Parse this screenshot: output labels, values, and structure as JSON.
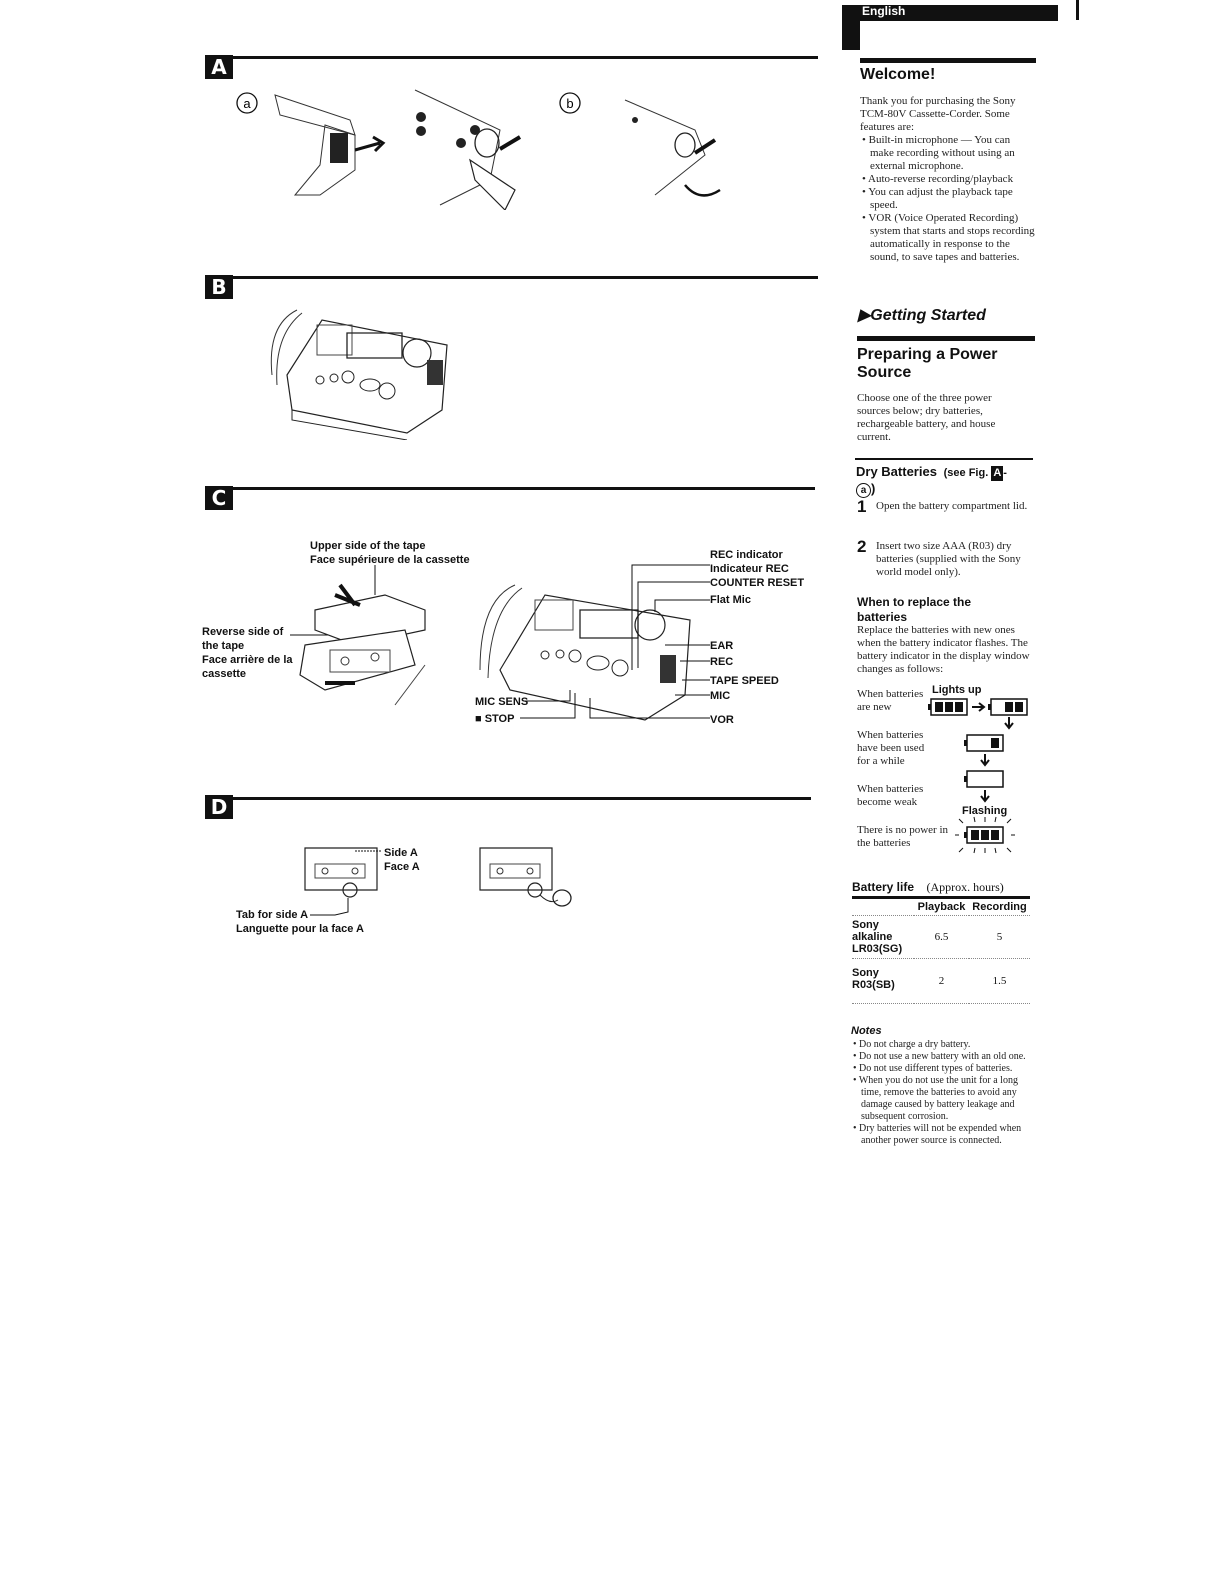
{
  "sections": {
    "a_letter": "A",
    "b_letter": "B",
    "c_letter": "C",
    "d_letter": "D",
    "a_sub_a": "a",
    "a_sub_b": "b"
  },
  "fig_c": {
    "upper_side_en": "Upper side of the tape",
    "upper_side_fr": "Face supérieure de la cassette",
    "reverse_side_en_1": "Reverse side of",
    "reverse_side_en_2": "the tape",
    "reverse_side_fr_1": "Face arrière de la",
    "reverse_side_fr_2": "cassette",
    "rec_indicator": "REC indicator",
    "indicateur_rec": "Indicateur REC",
    "counter_reset": "COUNTER RESET",
    "flat_mic": "Flat Mic",
    "ear": "EAR",
    "rec": "REC",
    "tape_speed": "TAPE SPEED",
    "mic": "MIC",
    "mic_sens": "MIC SENS",
    "stop": "■ STOP",
    "vor": "VOR"
  },
  "fig_d": {
    "side_a": "Side A",
    "face_a": "Face A",
    "tab_en": "Tab for side A",
    "tab_fr": "Languette pour la face A"
  },
  "right": {
    "language_tab": "English",
    "welcome_title": "Welcome!",
    "welcome_intro": "Thank you for purchasing the Sony TCM-80V Cassette-Corder. Some features are:",
    "features": [
      "• Built-in microphone — You can make recording without using an external microphone.",
      "• Auto-reverse recording/playback",
      "• You can adjust the playback tape speed.",
      "• VOR (Voice Operated Recording) system that starts and stops recording automatically in response to the sound, to save tapes and batteries."
    ],
    "getting_started": "▶Getting Started",
    "preparing_title": "Preparing a Power Source",
    "preparing_text": "Choose one of the three power sources below; dry batteries, rechargeable battery, and house current.",
    "dry_title": "Dry Batteries",
    "dry_ref_prefix": "(see Fig. ",
    "dry_ref_box": "A",
    "dry_ref_suffix": "-",
    "dry_ref_circle": "a",
    "dry_ref_close": ")",
    "steps": [
      {
        "num": "1",
        "text": "Open the battery compartment lid."
      },
      {
        "num": "2",
        "text": "Insert two size AAA (R03) dry batteries (supplied with the Sony world model only)."
      }
    ],
    "replace_title": "When to replace the batteries",
    "replace_text": "Replace the batteries with new ones when the battery indicator flashes. The battery indicator in the display window changes as follows:",
    "indicator_states": [
      "When batteries are new",
      "When batteries have been used for a while",
      "When batteries become weak",
      "There is no power in the batteries"
    ],
    "lights_up": "Lights up",
    "flashing": "Flashing",
    "battery_life_title": "Battery life",
    "battery_life_unit": "(Approx. hours)",
    "col_playback": "Playback",
    "col_recording": "Recording",
    "rows": [
      {
        "name": "Sony alkaline LR03(SG)",
        "playback": "6.5",
        "recording": "5"
      },
      {
        "name": "Sony R03(SB)",
        "playback": "2",
        "recording": "1.5"
      }
    ],
    "notes_title": "Notes",
    "notes": [
      "• Do not charge a dry battery.",
      "• Do not use a new battery with an old one.",
      "• Do not use different types of batteries.",
      "• When you do not use the unit for a long time, remove the batteries to avoid any damage caused by battery leakage and subsequent corrosion.",
      "• Dry batteries will not be expended when another power source is connected."
    ]
  }
}
